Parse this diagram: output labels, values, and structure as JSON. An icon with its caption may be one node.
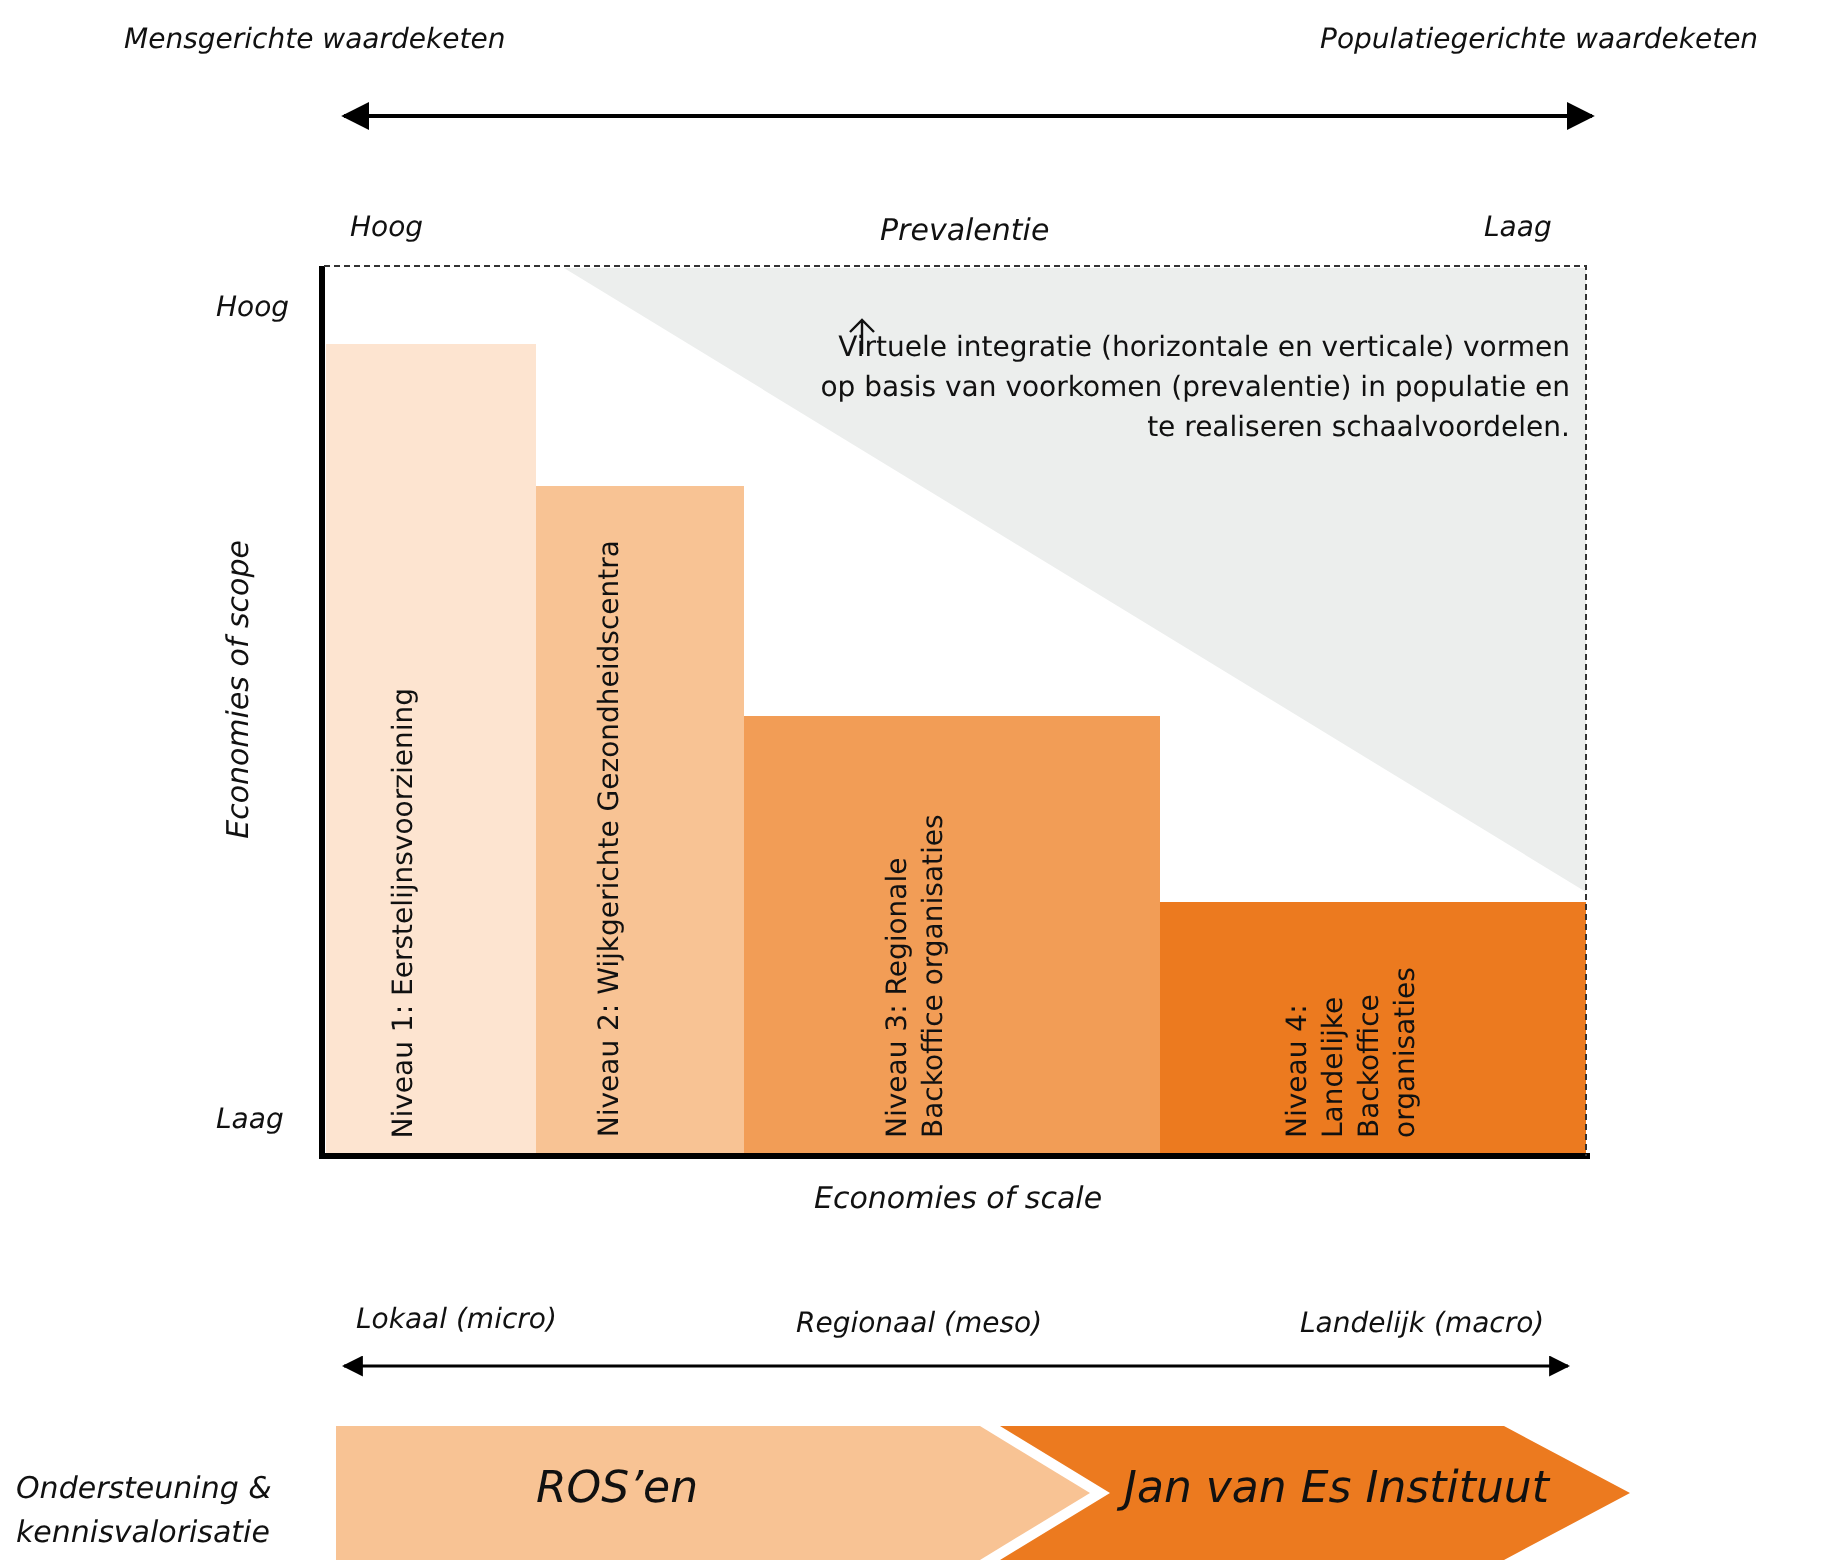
{
  "diagram": {
    "nodes": [
      {
        "text": [
          "Niveau 1: Eerstelijnsvoorziening"
        ]
      },
      {
        "text": [
          "Niveau 2: Wijkgerichte Gezondheidscentra"
        ]
      },
      {
        "text": [
          "Niveau 3: Regionale Backoffice organisaties"
        ]
      },
      {
        "text": [
          "Niveau 4: Landelijke Backoffice organisaties"
        ]
      },
      {
        "text": [
          "Virtuele integratie (horizontale en verticale) vormen op basis van voorkomen (prevalentie) in populatie en te realiseren schaalvoordelen."
        ]
      },
      {
        "text": [
          "ROS’en"
        ]
      },
      {
        "text": [
          "Jan van Es Instituut"
        ]
      }
    ],
    "labels": [
      "Mensgerichte waardeketen",
      "Populatiegerichte waardeketen",
      "Hoog",
      "Prevalentie",
      "Laag",
      "Hoog",
      "Economies of scope",
      "Laag",
      "Economies of scale",
      "Lokaal (micro)",
      "Regionaal (meso)",
      "Landelijk (macro)",
      "Ondersteuning & kennisvalorisatie"
    ]
  }
}
